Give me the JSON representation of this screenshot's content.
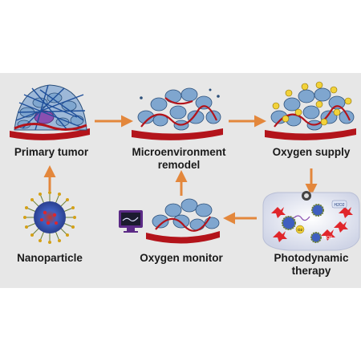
{
  "labels": {
    "primary_tumor": "Primary tumor",
    "microenvironment_line1": "Microenvironment",
    "microenvironment_line2": "remodel",
    "oxygen_supply": "Oxygen supply",
    "nanoparticle": "Nanoparticle",
    "oxygen_monitor": "Oxygen monitor",
    "photodynamic_line1": "Photodynamic",
    "photodynamic_line2": "therapy"
  },
  "inset_labels": {
    "o2": "O2",
    "h2o2": "H2O2",
    "ros": "ROS"
  },
  "colors": {
    "arrow": "#e3873c",
    "cell_fill": "#7fa6cf",
    "cell_stroke": "#2b4f7a",
    "vessel": "#b3141b",
    "fiber": "#1f4f9a",
    "purple_cell": "#8a4fb0",
    "oxygen": "#f2d23a",
    "ros": "#e0262b",
    "nanoparticle_core": "#3f5fc0",
    "monitor": "#5b2a86"
  },
  "icons": [
    "arrow-icon",
    "nanoparticle-icon",
    "monitor-icon",
    "tumor-illustration",
    "light-source-icon"
  ]
}
